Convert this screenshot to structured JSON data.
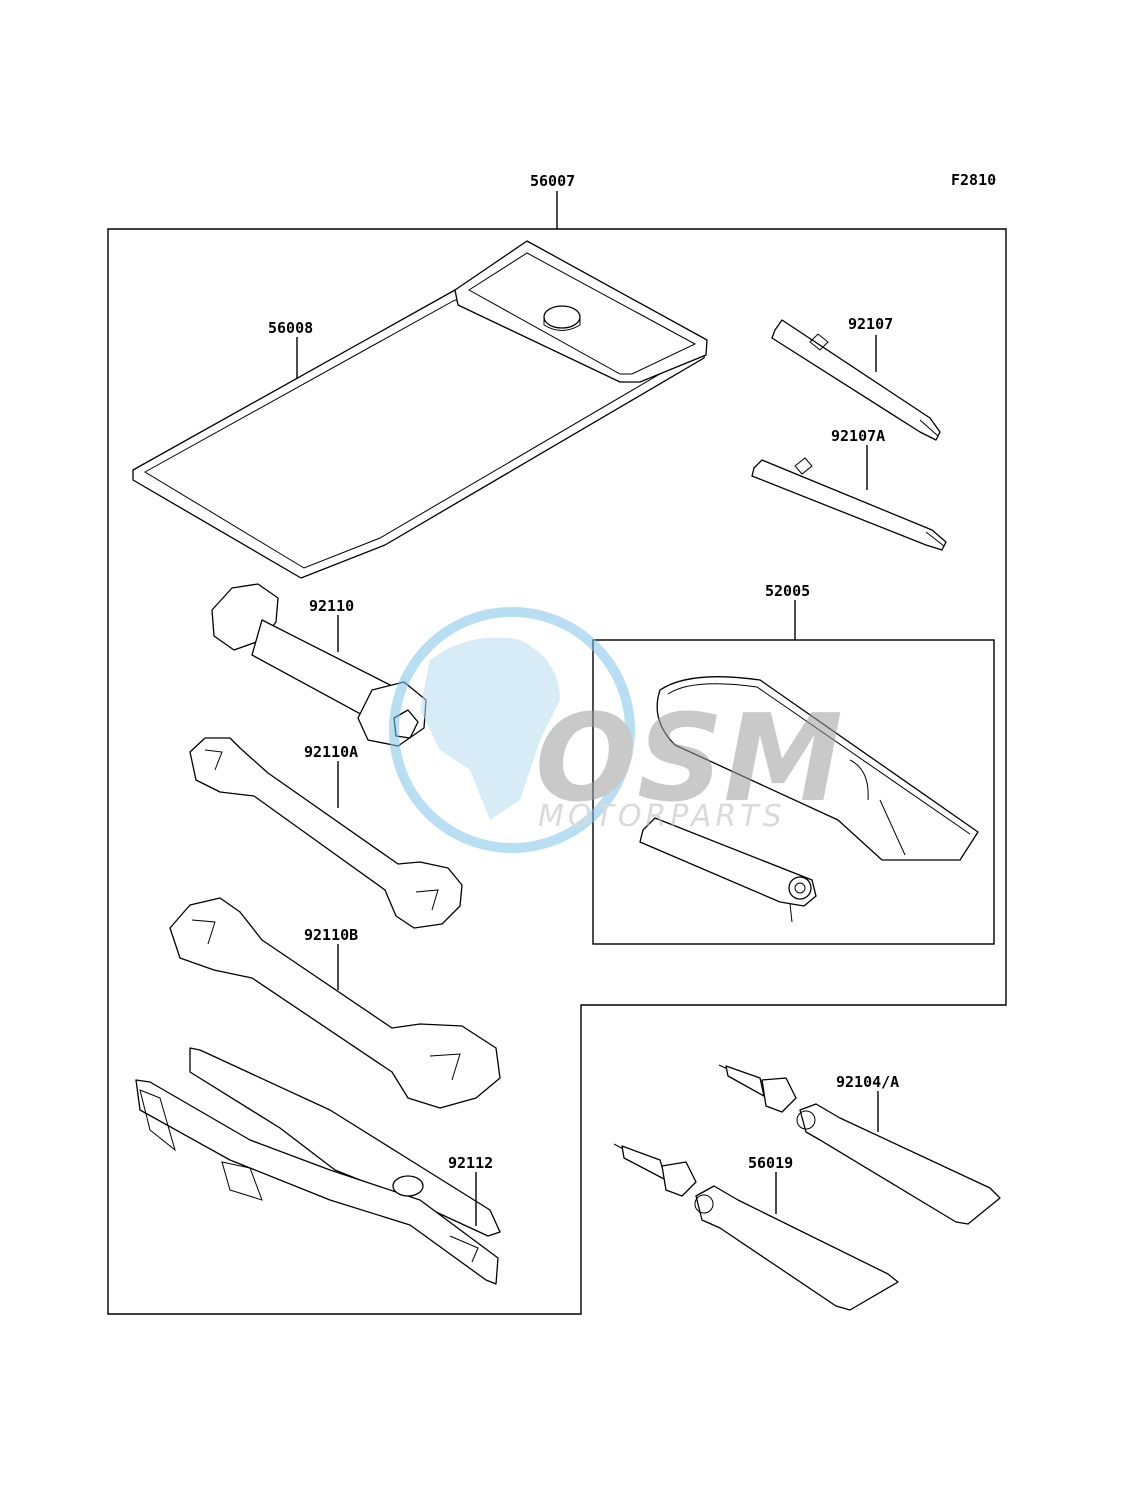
{
  "figure_code": "F2810",
  "watermark": {
    "brand": "OSM",
    "sub": "MOTORPARTS",
    "colors": {
      "brand": "#9e9e9e",
      "globe": "#7fc4ea",
      "text": "#c8c8c8"
    }
  },
  "parts": [
    {
      "id": "kit",
      "number": "56007"
    },
    {
      "id": "bag",
      "number": "56008"
    },
    {
      "id": "driver1",
      "number": "92107"
    },
    {
      "id": "driver2",
      "number": "92107A"
    },
    {
      "id": "plug-wrench",
      "number": "92110"
    },
    {
      "id": "repair-kit",
      "number": "52005"
    },
    {
      "id": "wrench-small",
      "number": "92110A"
    },
    {
      "id": "wrench-large",
      "number": "92110B"
    },
    {
      "id": "pliers",
      "number": "92112"
    },
    {
      "id": "tube-a",
      "number": "92104/A"
    },
    {
      "id": "tube-b",
      "number": "56019"
    }
  ]
}
